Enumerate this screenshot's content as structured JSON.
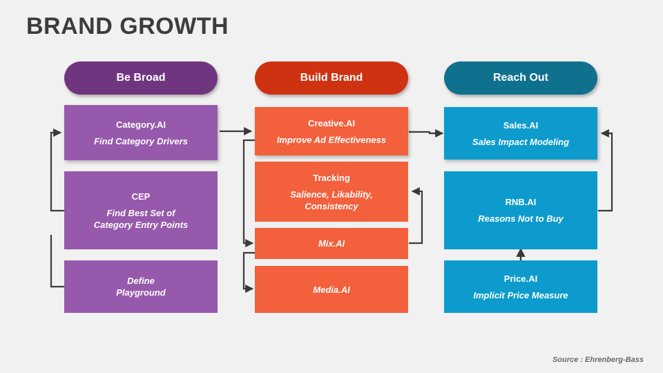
{
  "slide": {
    "title": "BRAND GROWTH",
    "background_color": "#f1f1f1",
    "title_color": "#3c3c3c",
    "source_note": "Source : Ehrenberg-Bass"
  },
  "columns": [
    {
      "key": "be_broad",
      "header_label": "Be Broad",
      "header_color": "#70357f",
      "box_color": "#9659ab",
      "boxes": [
        {
          "title": "Category.AI",
          "subtitle": "Find Category Drivers"
        },
        {
          "title": "CEP",
          "subtitle": "Find Best Set of\nCategory Entry Points"
        },
        {
          "title": "",
          "subtitle": "Define\nPlayground"
        }
      ]
    },
    {
      "key": "build_brand",
      "header_label": "Build Brand",
      "header_color": "#ce3211",
      "box_color": "#f2603c",
      "boxes": [
        {
          "title": "Creative.AI",
          "subtitle": "Improve Ad Effectiveness"
        },
        {
          "title": "Tracking",
          "subtitle": "Salience, Likability,\nConsistency"
        },
        {
          "title": "",
          "subtitle": "Mix.AI"
        },
        {
          "title": "",
          "subtitle": "Media.AI"
        }
      ]
    },
    {
      "key": "reach_out",
      "header_label": "Reach Out",
      "header_color": "#10718f",
      "box_color": "#0c9bcc",
      "boxes": [
        {
          "title": "Sales.AI",
          "subtitle": "Sales Impact Modeling"
        },
        {
          "title": "RNB.AI",
          "subtitle": "Reasons Not to Buy"
        },
        {
          "title": "Price.AI",
          "subtitle": "Implicit Price Measure"
        }
      ]
    }
  ],
  "connectors": {
    "line_color": "#3a3a3a",
    "items": [
      {
        "name": "cep-and-playground-to-category",
        "from": "CEP / Define Playground",
        "to": "Category.AI"
      },
      {
        "name": "category-to-creative",
        "from": "Category.AI",
        "to": "Creative.AI"
      },
      {
        "name": "creative-to-mix",
        "from": "Creative.AI",
        "to": "Mix.AI"
      },
      {
        "name": "mix-to-media",
        "from": "Mix.AI",
        "to": "Media.AI"
      },
      {
        "name": "creative-to-sales",
        "from": "Creative.AI",
        "to": "Sales.AI"
      },
      {
        "name": "mix-to-tracking",
        "from": "Mix.AI",
        "to": "Tracking"
      },
      {
        "name": "rnb-to-sales",
        "from": "RNB.AI",
        "to": "Sales.AI"
      },
      {
        "name": "price-to-rnb",
        "from": "Price.AI",
        "to": "RNB.AI"
      }
    ]
  }
}
